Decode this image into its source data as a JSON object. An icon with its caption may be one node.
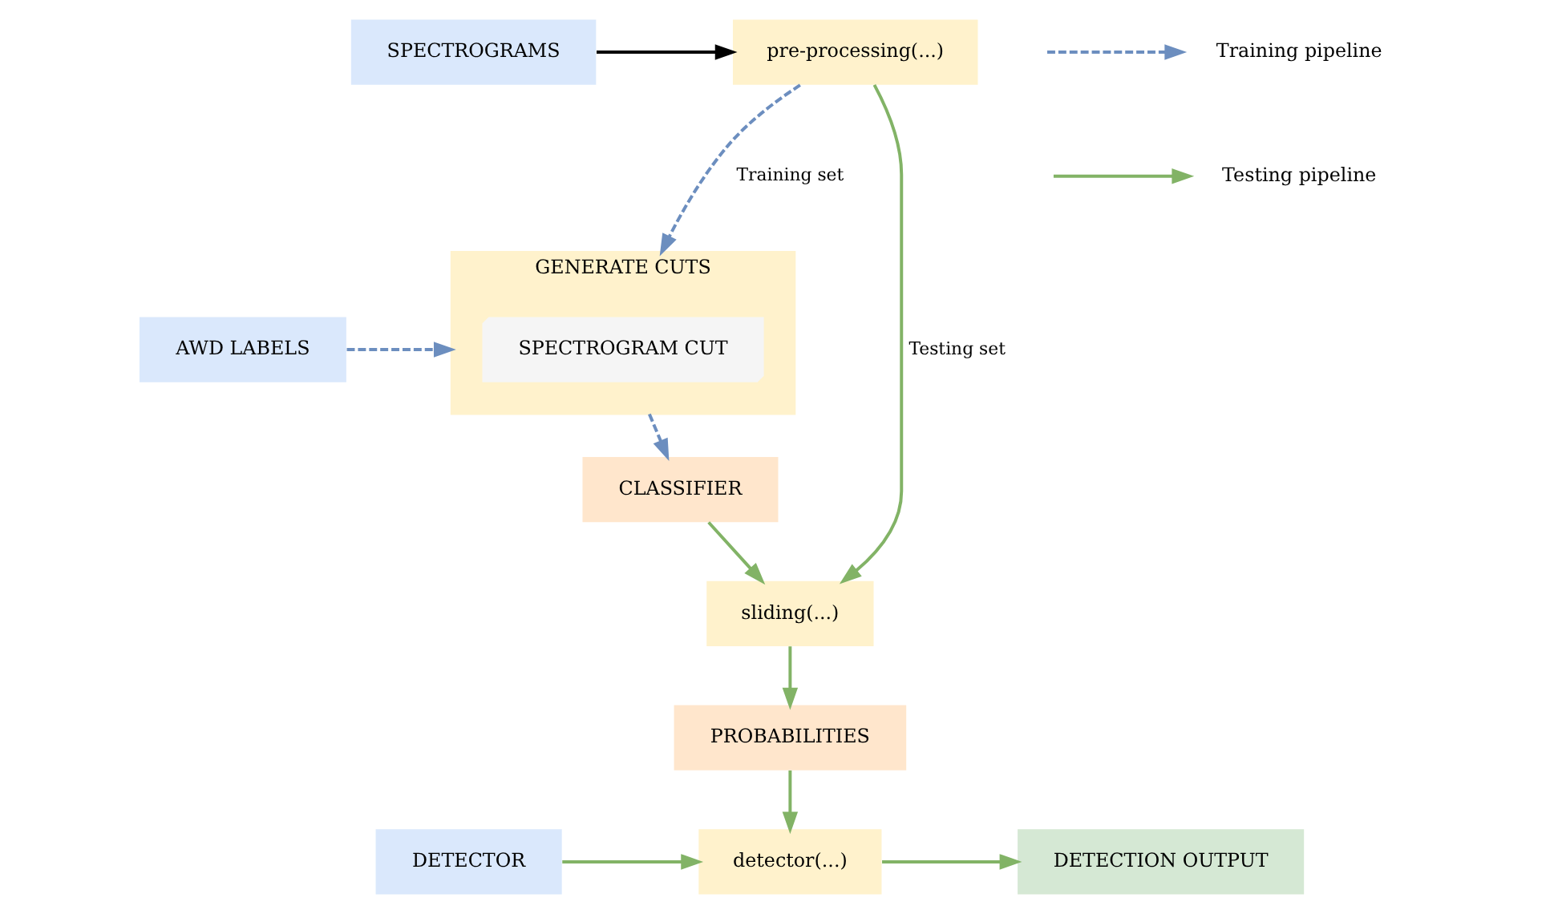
{
  "diagram": {
    "nodes": [
      {
        "text": [
          "SPECTROGRAMS"
        ]
      },
      {
        "text": [
          "pre-processing(...)"
        ]
      },
      {
        "text": [
          "GENERATE CUTS"
        ]
      },
      {
        "text": [
          "SPECTROGRAM CUT"
        ],
        "in": 2
      },
      {
        "text": [
          "AWD LABELS"
        ]
      },
      {
        "text": [
          "sliding(...)"
        ]
      },
      {
        "text": [
          "CLASSIFIER"
        ]
      },
      {
        "text": [
          "PROBABILITIES"
        ]
      },
      {
        "text": [
          "DETECTOR"
        ]
      },
      {
        "text": [
          "detector(...)"
        ]
      },
      {
        "text": [
          "DETECTION OUTPUT"
        ]
      }
    ],
    "edges": [
      {
        "from": 0,
        "to": 1,
        "arrow": "to",
        "color": "#000000"
      },
      {
        "from": 1,
        "to": 2,
        "arrow": "to",
        "label": "Training set",
        "style": "dashed",
        "color": "#6c8ebf"
      },
      {
        "from": 1,
        "to": 5,
        "arrow": "to",
        "label": "Testing set"
      },
      {
        "from": 4,
        "to": 2,
        "arrow": "to",
        "style": "dashed",
        "color": "#6c8ebf"
      },
      {
        "from": 2,
        "to": 6,
        "arrow": "to",
        "style": "dashed",
        "color": "#6c8ebf"
      },
      {
        "from": 6,
        "to": 5,
        "arrow": "to"
      },
      {
        "from": 5,
        "to": 7,
        "arrow": "to"
      },
      {
        "from": 7,
        "to": 9,
        "arrow": "to"
      },
      {
        "from": 8,
        "to": 9,
        "arrow": "to"
      },
      {
        "from": 9,
        "to": 10,
        "arrow": "to"
      }
    ],
    "legend": [
      {
        "text": "Training pipeline"
      },
      {
        "text": "Testing pipeline"
      }
    ]
  }
}
